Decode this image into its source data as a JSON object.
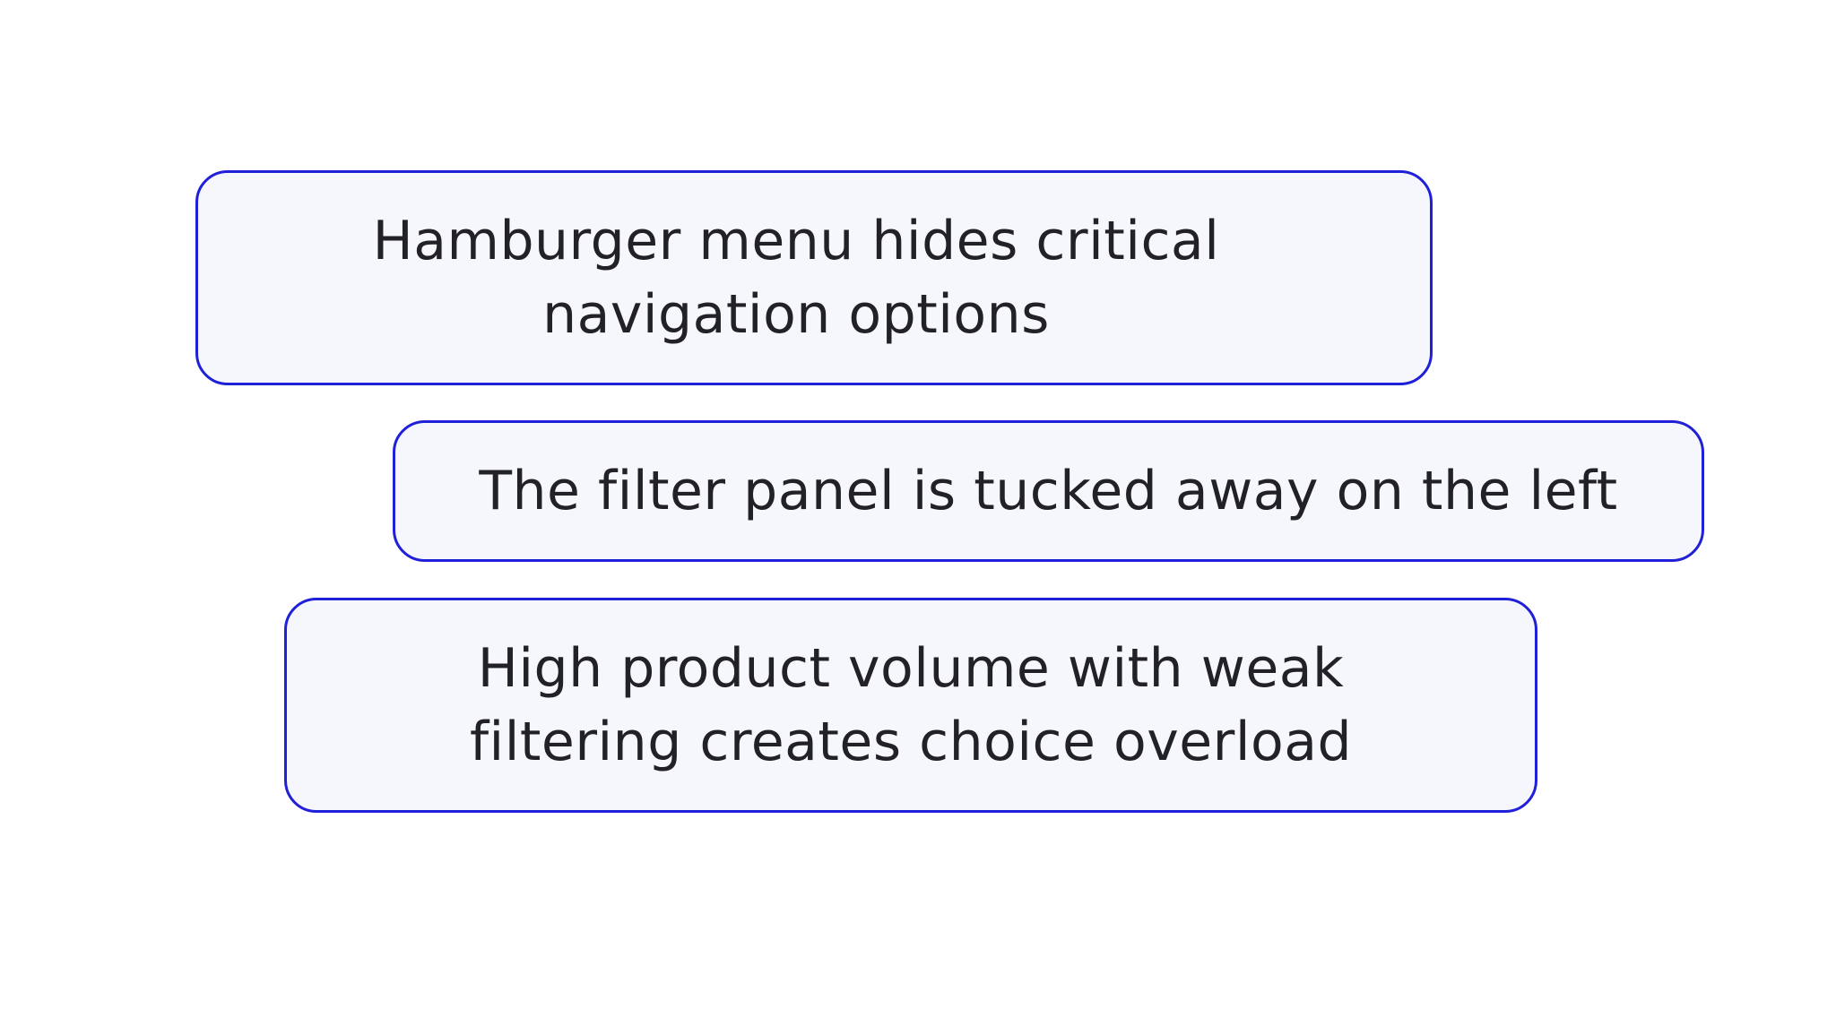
{
  "diagram": {
    "cards": [
      {
        "text": "Hamburger menu hides critical navigation options"
      },
      {
        "text": "The filter panel is tucked away on the left"
      },
      {
        "text": "High product volume with weak filtering creates choice overload"
      }
    ],
    "colors": {
      "card_border": "#2020d8",
      "card_fill": "#f6f7fc",
      "text": "#222226",
      "background": "#ffffff"
    }
  }
}
